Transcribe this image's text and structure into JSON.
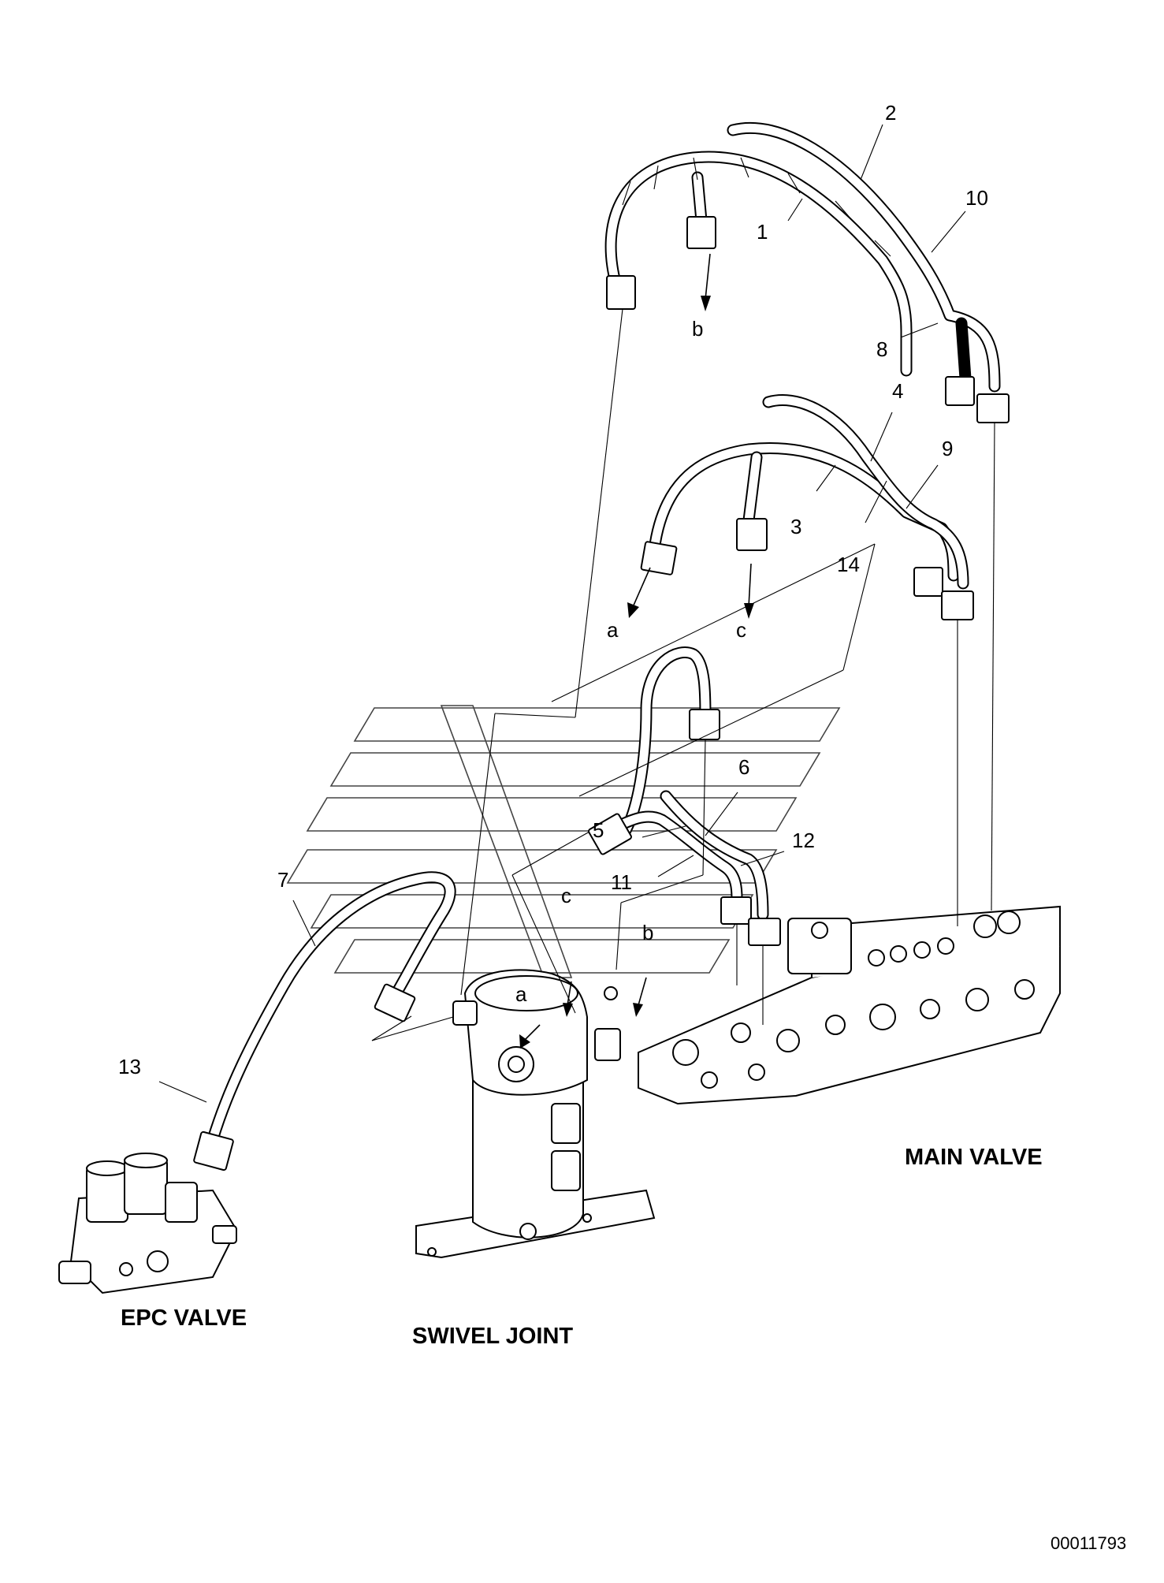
{
  "part_numbers": [
    "1",
    "2",
    "3",
    "4",
    "5",
    "6",
    "7",
    "8",
    "9",
    "10",
    "11",
    "12",
    "13",
    "14"
  ],
  "port_letters": [
    "a",
    "b",
    "c"
  ],
  "components": {
    "epc_valve": "EPC VALVE",
    "swivel_joint": "SWIVEL JOINT",
    "main_valve": "MAIN VALVE"
  },
  "drawing_code": "00011793"
}
